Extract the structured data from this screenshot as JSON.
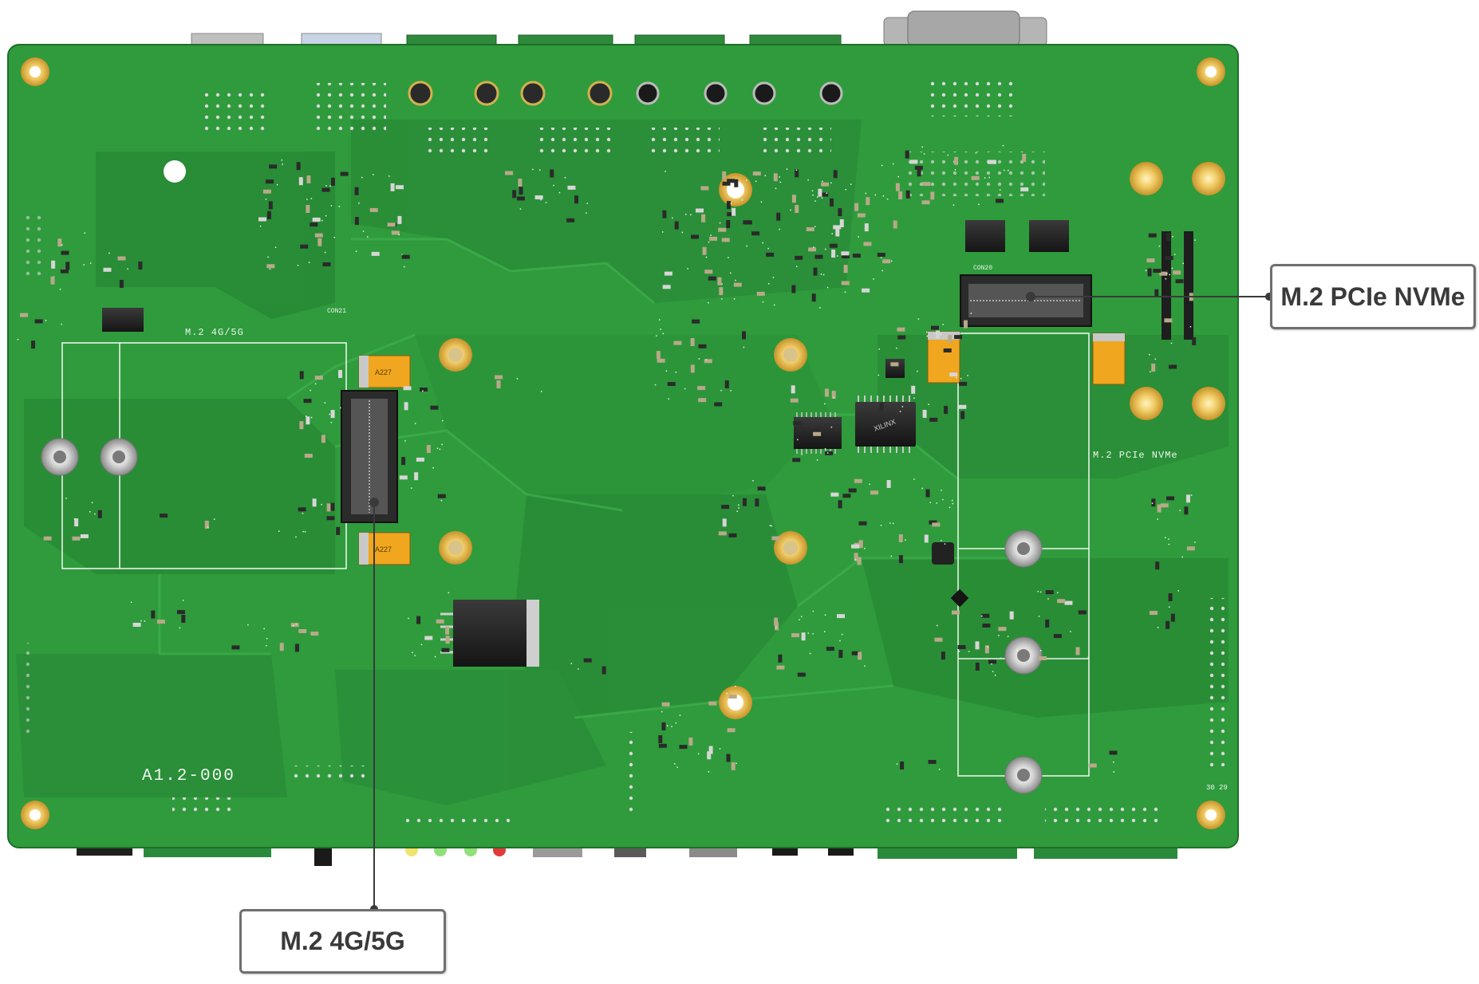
{
  "board": {
    "silkscreen": {
      "version": "A1.2-000",
      "m2_4g5g_slot": "M.2 4G/5G",
      "m2_nvme_slot": "M.2 PCIe NVMe",
      "ic_marking": "XILINX",
      "con20": "CON20",
      "con21": "CON21",
      "cap_a": "A227",
      "header_pin_30": "30",
      "header_pin_29": "29"
    },
    "colors": {
      "pcb": "#2f9b3c",
      "pcb_dark": "#1f7a2c",
      "copper_trace": "#3fb04d",
      "gold": "#e6b845",
      "tantalum_cap": "#f0a61f",
      "background": "#ffffff"
    }
  },
  "callouts": {
    "nvme": {
      "label": "M.2 PCIe NVMe"
    },
    "lte": {
      "label": "M.2 4G/5G"
    }
  }
}
